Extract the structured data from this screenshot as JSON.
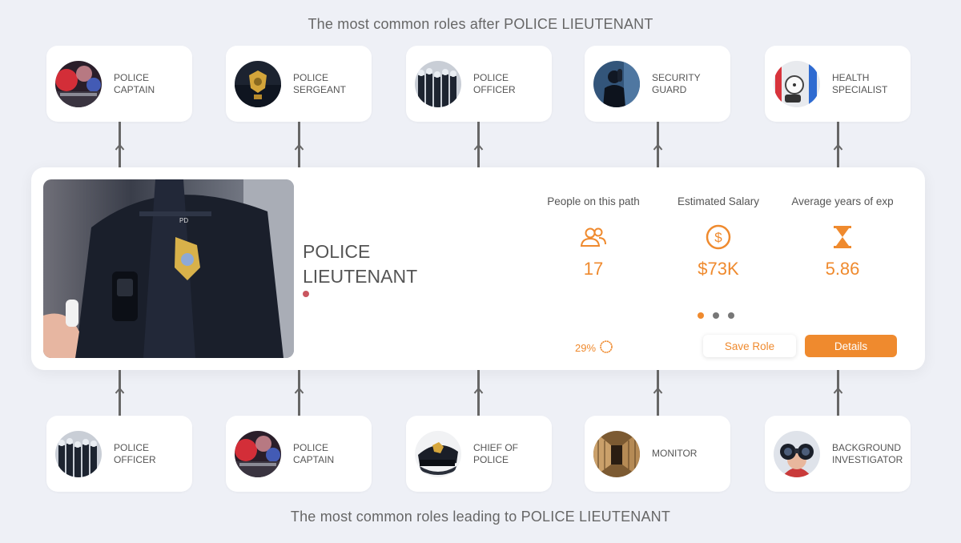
{
  "headings": {
    "top": "The most common roles after POLICE LIEUTENANT",
    "bottom": "The most common roles leading to POLICE LIEUTENANT"
  },
  "roles_after": [
    {
      "label": "POLICE\nCAPTAIN",
      "icon": "police-lights-image"
    },
    {
      "label": "POLICE\nSERGEANT",
      "icon": "police-badge-image"
    },
    {
      "label": "POLICE\nOFFICER",
      "icon": "police-line-image"
    },
    {
      "label": "SECURITY\nGUARD",
      "icon": "security-guard-image"
    },
    {
      "label": "HEALTH\nSPECIALIST",
      "icon": "medical-equipment-image"
    }
  ],
  "roles_before": [
    {
      "label": "POLICE\nOFFICER",
      "icon": "police-line-image"
    },
    {
      "label": "POLICE\nCAPTAIN",
      "icon": "police-lights-image"
    },
    {
      "label": "CHIEF OF\nPOLICE",
      "icon": "police-cap-image"
    },
    {
      "label": "MONITOR",
      "icon": "corridor-image"
    },
    {
      "label": "BACKGROUND\nINVESTIGATOR",
      "icon": "binoculars-image"
    }
  ],
  "current_role": {
    "title": "POLICE\nLIEUTENANT",
    "image": "police-officer-uniform-photo",
    "stats": [
      {
        "label": "People on this path",
        "value": "17",
        "icon": "people-icon"
      },
      {
        "label": "Estimated Salary",
        "value": "$73K",
        "icon": "dollar-icon"
      },
      {
        "label": "Average years of exp",
        "value": "5.86",
        "icon": "hourglass-icon"
      }
    ],
    "match_percent": "29%",
    "pager": {
      "count": 3,
      "active": 0
    },
    "buttons": {
      "save": "Save Role",
      "details": "Details"
    }
  },
  "colors": {
    "accent": "#ef8a2e",
    "background": "#eef0f6",
    "indicator": "#c9565f"
  }
}
